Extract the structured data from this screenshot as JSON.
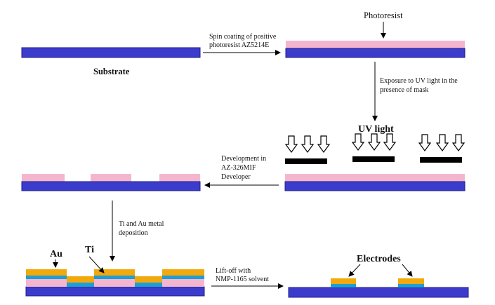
{
  "colors": {
    "substrate": "#3c3ccc",
    "substrate_edge": "#1e1e88",
    "photoresist": "#f4b6cf",
    "gold": "#f2a90e",
    "titanium": "#1c9fd6",
    "mask": "#000000",
    "arrow": "#000000"
  },
  "labels": {
    "substrate": "Substrate",
    "photoresist": "Photoresist",
    "spin_coating_line1": "Spin coating of positive",
    "spin_coating_line2": "photoresist AZ5214E",
    "exposure_line1": "Exposure to UV light in the",
    "exposure_line2": "presence of mask",
    "uv_light": "UV light",
    "development_line1": "Development in",
    "development_line2": "AZ-326MIF",
    "development_line3": "Developer",
    "deposition_line1": "Ti and Au metal",
    "deposition_line2": "deposition",
    "au": "Au",
    "ti": "Ti",
    "liftoff_line1": "Lift-off with",
    "liftoff_line2": "NMP-1165 solvent",
    "electrodes": "Electrodes"
  }
}
